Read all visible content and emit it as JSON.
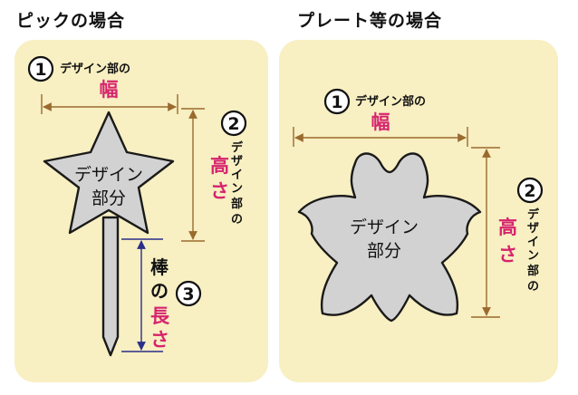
{
  "headings": {
    "left": "ピックの場合",
    "right": "プレート等の場合"
  },
  "pick": {
    "width": {
      "num": "1",
      "label": "デザイン部の",
      "value": "幅"
    },
    "height": {
      "num": "2",
      "label_vertical": [
        "デ",
        "ザ",
        "イ",
        "ン",
        "部",
        "の"
      ],
      "value_vertical": [
        "高",
        "さ"
      ]
    },
    "shape_text": [
      "デザイン",
      "部分"
    ],
    "rod": {
      "num": "3",
      "vertical_text": [
        "棒",
        "の"
      ],
      "value_vertical": [
        "長",
        "さ"
      ]
    }
  },
  "plate": {
    "width": {
      "num": "1",
      "label": "デザイン部の",
      "value": "幅"
    },
    "height": {
      "num": "2",
      "label_vertical": [
        "デ",
        "ザ",
        "イ",
        "ン",
        "部",
        "の"
      ],
      "value_vertical": [
        "高",
        "さ"
      ]
    },
    "shape_text": [
      "デザイン",
      "部分"
    ]
  }
}
